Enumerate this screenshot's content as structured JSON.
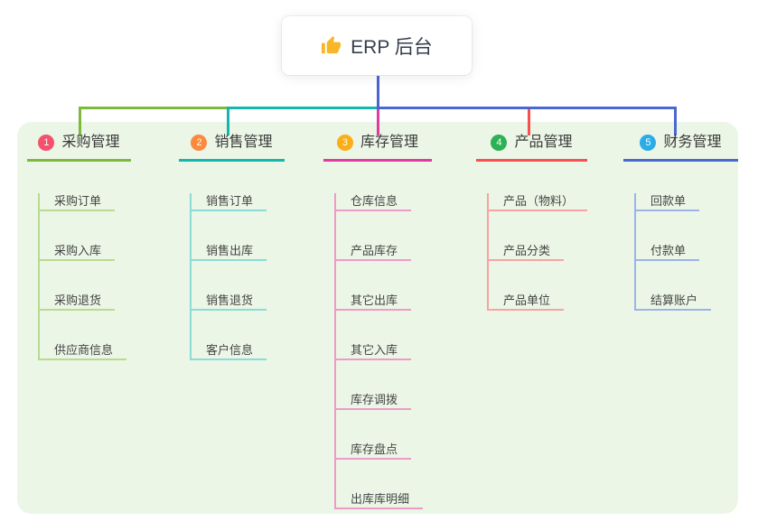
{
  "root": {
    "title": "ERP 后台",
    "icon": "thumbs-up-icon"
  },
  "colors": {
    "page_bg": "#ffffff",
    "panel_bg": "#ebf6e6",
    "root_line": "#4c62d3",
    "card_bg": "#ffffff",
    "title_color": "#373e4d",
    "thumb_color": "#f7b728"
  },
  "branches": [
    {
      "number": "1",
      "label": "采购管理",
      "badge_color": "#f4516c",
      "line_color": "#7db93c",
      "light_color": "#b9db91",
      "children": [
        "采购订单",
        "采购入库",
        "采购退货",
        "供应商信息"
      ]
    },
    {
      "number": "2",
      "label": "销售管理",
      "badge_color": "#fb8a3f",
      "line_color": "#14b8ab",
      "light_color": "#8bdcd6",
      "children": [
        "销售订单",
        "销售出库",
        "销售退货",
        "客户信息"
      ]
    },
    {
      "number": "3",
      "label": "库存管理",
      "badge_color": "#fbae17",
      "line_color": "#e23a9e",
      "light_color": "#f09ac9",
      "children": [
        "仓库信息",
        "产品库存",
        "其它出库",
        "其它入库",
        "库存调拨",
        "库存盘点",
        "出库库明细"
      ]
    },
    {
      "number": "4",
      "label": "产品管理",
      "badge_color": "#2cb154",
      "line_color": "#f9504f",
      "light_color": "#fba2a3",
      "children": [
        "产品（物料）",
        "产品分类",
        "产品单位"
      ]
    },
    {
      "number": "5",
      "label": "财务管理",
      "badge_color": "#2bace7",
      "line_color": "#4a68d2",
      "light_color": "#9db2e6",
      "children": [
        "回款单",
        "付款单",
        "结算账户"
      ]
    }
  ]
}
